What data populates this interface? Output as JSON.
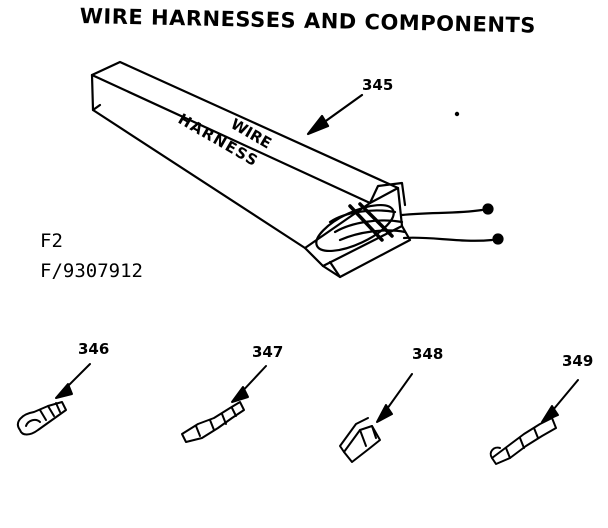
{
  "diagram": {
    "title": "WIRE HARNESSES AND COMPONENTS",
    "box_label_line1": "WIRE",
    "box_label_line2": "HARNESS",
    "codes": {
      "line1": "F2",
      "line2": "F/9307912"
    },
    "parts": [
      {
        "number": "345",
        "item": "wire-harness"
      },
      {
        "number": "346",
        "item": "terminal-ring"
      },
      {
        "number": "347",
        "item": "terminal-crimp"
      },
      {
        "number": "348",
        "item": "terminal-flat"
      },
      {
        "number": "349",
        "item": "terminal-spade"
      }
    ]
  }
}
